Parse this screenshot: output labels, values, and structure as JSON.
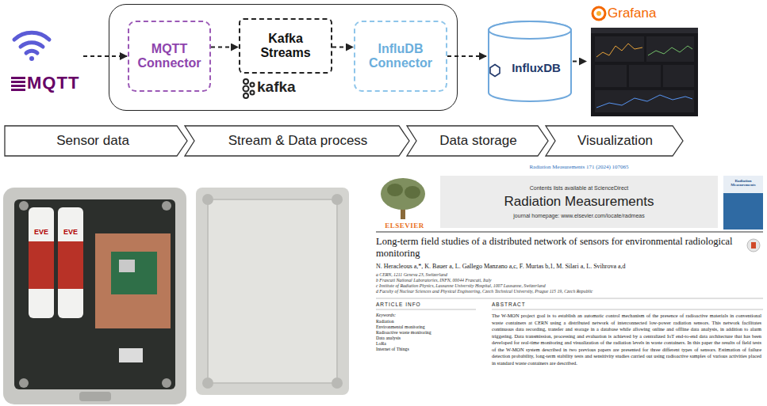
{
  "diagram": {
    "nodes": [
      {
        "text": [
          "MQTT"
        ]
      },
      {
        "text": [
          "kafka"
        ]
      },
      {
        "text": [
          "MQTT Connector"
        ],
        "in": 1
      },
      {
        "text": [
          "Kafka Streams"
        ],
        "in": 1
      },
      {
        "text": [
          "InfluDB Connector"
        ],
        "in": 1
      },
      {
        "text": [
          "InfluxDB"
        ]
      },
      {
        "text": [
          "Grafana"
        ]
      },
      {
        "text": [
          "Sensor data"
        ]
      },
      {
        "text": [
          "Stream & Data process"
        ]
      },
      {
        "text": [
          "Data storage"
        ]
      },
      {
        "text": [
          "Visualization"
        ]
      },
      {
        "text": [
          "Contents lists available at ScienceDirect",
          "Radiation Measurements",
          "journal homepage: www.elsevier.com/locate/radmeas"
        ]
      }
    ],
    "edges": [
      {
        "from": 0,
        "to": 2,
        "arrow": "to"
      },
      {
        "from": 2,
        "to": 3,
        "arrow": "to"
      },
      {
        "from": 3,
        "to": 4,
        "arrow": "to"
      },
      {
        "from": 4,
        "to": 5,
        "arrow": "to"
      },
      {
        "from": 5,
        "to": 6,
        "arrow": "to"
      }
    ],
    "labels": [
      "EVE",
      "EVE",
      "Radiation Measurements 171 (2024) 107065",
      "ELSEVIER",
      "Radiation Measurements",
      "Long-term field studies of a distributed network of sensors for environmental radiological monitoring",
      "N. Heracleous a,*, K. Bauer a, L. Gallego Manzano a,c, F. Murtas b,1, M. Silari a, L. Svihrova a,d",
      "a CERN, 1211 Geneva 23, Switzerland",
      "b Frascati National Laboratories, INFN, 00044 Frascati, Italy",
      "c Institute of Radiation Physics, Lausanne University Hospital, 1007 Lausanne, Switzerland",
      "d Faculty of Nuclear Sciences and Physical Engineering, Czech Technical University, Prague 115 19, Czech Republic",
      "ARTICLE INFO",
      "ABSTRACT",
      "Keywords:",
      "Radiation",
      "Environmental monitoring",
      "Radioactive waste monitoring",
      "Data analysis",
      "LoRa",
      "Internet of Things",
      "The W-MON project goal is to establish an automatic control mechanism of the presence of radioactive materials in conventional waste containers at CERN using a distributed network of interconnected low-power radiation sensors. This network facilitates continuous data recording, transfer and storage in a database while allowing online and offline data analysis, in addition to alarm triggering. Data transmission, processing and evaluation is achieved by a centralized IoT end-to-end data architecture that has been developed for real-time monitoring and visualization of the radiation levels in waste containers. In this paper the results of field tests of the W-MON system described in two previous papers are presented for three different types of sensors. Estimation of failure detection probability, long-term stability tests and sensitivity studies carried out using radioactive samples of various activities placed in standard waste containers are described."
    ]
  }
}
